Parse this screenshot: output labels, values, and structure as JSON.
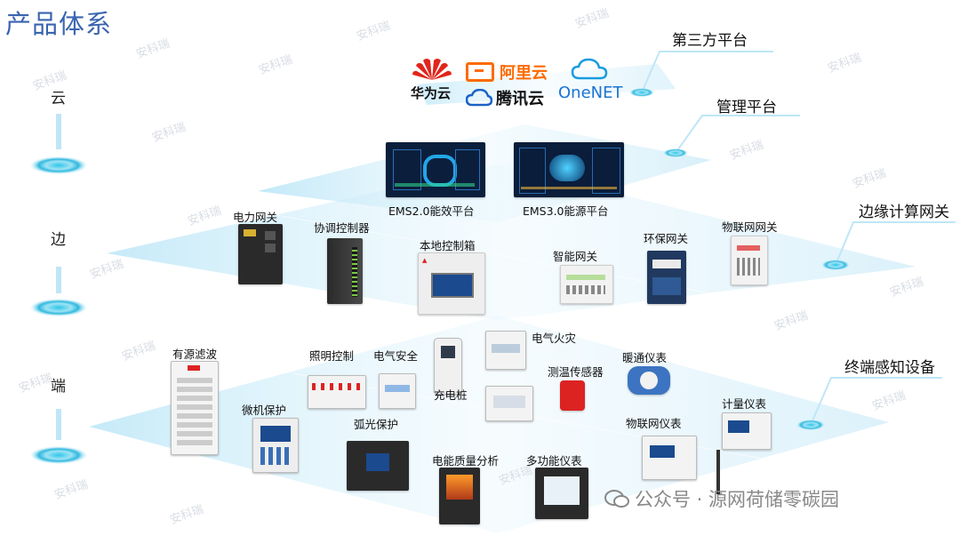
{
  "title": "产品体系",
  "tiers": {
    "cloud": "云",
    "edge": "边",
    "end": "端"
  },
  "callouts": {
    "third_party": "第三方平台",
    "management": "管理平台",
    "edge_gateway": "边缘计算网关",
    "terminal": "终端感知设备"
  },
  "cloud_providers": {
    "huawei": "华为云",
    "aliyun": "阿里云",
    "tencent": "腾讯云",
    "onenet": "OneNET"
  },
  "platforms": {
    "ems2": "EMS2.0能效平台",
    "ems3": "EMS3.0能源平台"
  },
  "edge_devices": {
    "power_gateway": "电力网关",
    "coord_controller": "协调控制器",
    "local_box": "本地控制箱",
    "smart_gateway": "智能网关",
    "env_gateway": "环保网关",
    "iot_gateway": "物联网网关"
  },
  "end_devices": {
    "active_filter": "有源滤波",
    "lighting": "照明控制",
    "elec_safety": "电气安全",
    "charger": "充电桩",
    "fire": "电气火灾",
    "temp_sensor": "测温传感器",
    "hvac_meter": "暖通仪表",
    "metering": "计量仪表",
    "micro_protect": "微机保护",
    "arc_protect": "弧光保护",
    "iot_meter": "物联网仪表",
    "pq_analysis": "电能质量分析",
    "multi_meter": "多功能仪表"
  },
  "watermark": "安科瑞",
  "footer": "公众号 · 源网荷储零碳园",
  "colors": {
    "title": "#3a64b0",
    "layer": "#bfe6f7",
    "ring": "#26b5dd",
    "huawei": "#e1251b",
    "aliyun": "#ff6a00",
    "tencent": "#1b62c7"
  }
}
